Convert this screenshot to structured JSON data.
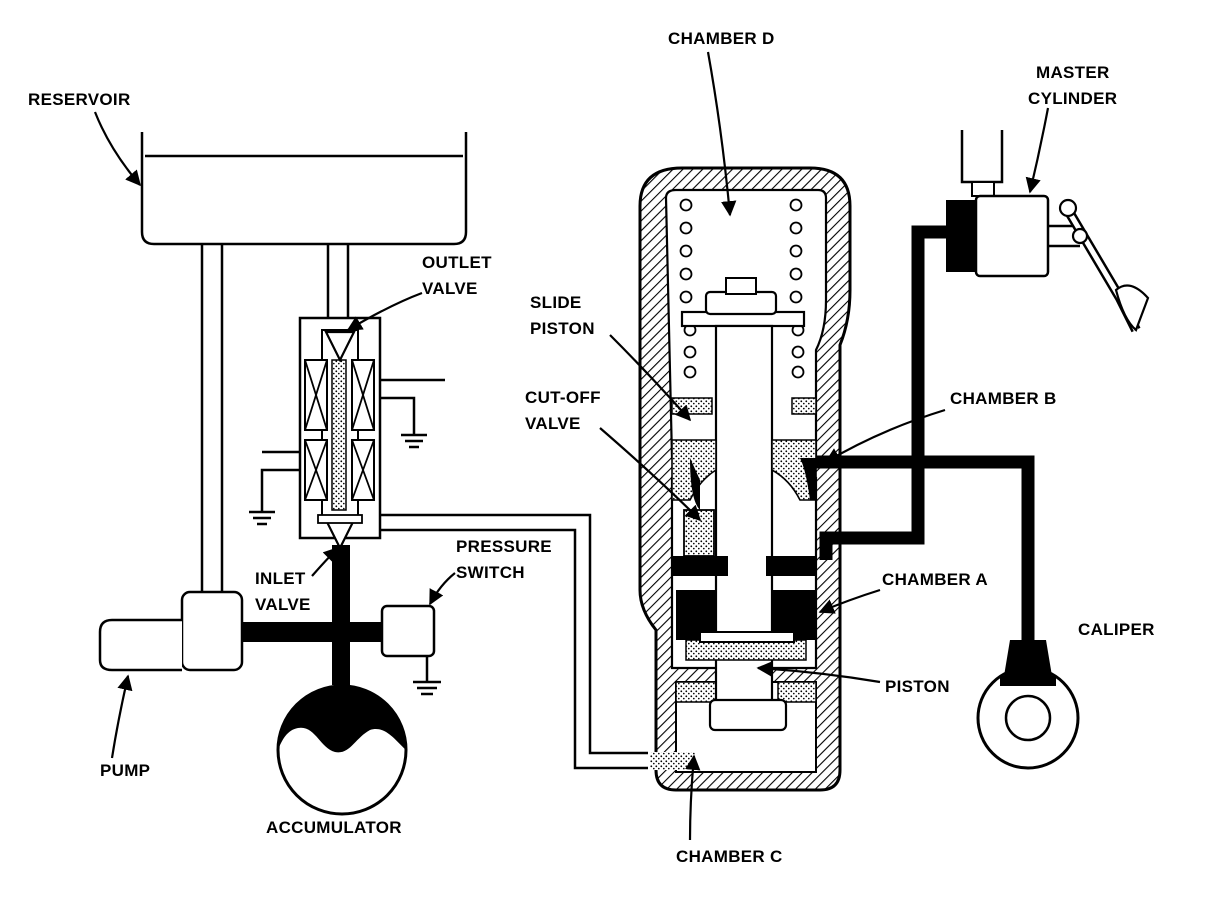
{
  "labels": {
    "reservoir": "RESERVOIR",
    "chamber_d": "CHAMBER D",
    "master_cylinder_1": "MASTER",
    "master_cylinder_2": "CYLINDER",
    "outlet_valve_1": "OUTLET",
    "outlet_valve_2": "VALVE",
    "slide_piston_1": "SLIDE",
    "slide_piston_2": "PISTON",
    "cut_off_valve_1": "CUT-OFF",
    "cut_off_valve_2": "VALVE",
    "chamber_b": "CHAMBER B",
    "pressure_switch_1": "PRESSURE",
    "pressure_switch_2": "SWITCH",
    "inlet_valve_1": "INLET",
    "inlet_valve_2": "VALVE",
    "chamber_a": "CHAMBER A",
    "caliper": "CALIPER",
    "piston": "PISTON",
    "pump": "PUMP",
    "accumulator": "ACCUMULATOR",
    "chamber_c": "CHAMBER C"
  }
}
